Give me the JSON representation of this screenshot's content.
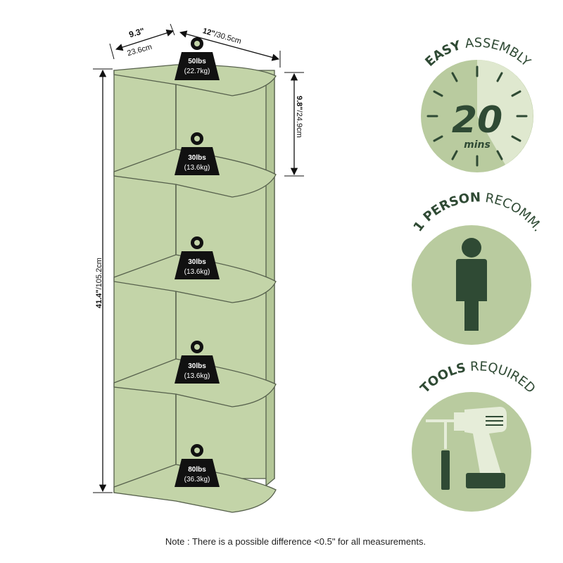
{
  "dimensions": {
    "depth_in": "9.3\"",
    "depth_cm": "23.6cm",
    "width_in": "12\"",
    "width_sep": "/",
    "width_cm": "30.5cm",
    "height_in": "41.4\"",
    "height_sep": "/",
    "height_cm": "105.2cm",
    "shelf_gap_in": "9.8\"",
    "shelf_gap_sep": "/",
    "shelf_gap_cm": "24.9cm"
  },
  "weights": [
    {
      "lbs": "50lbs",
      "kg": "(22.7kg)"
    },
    {
      "lbs": "30lbs",
      "kg": "(13.6kg)"
    },
    {
      "lbs": "30lbs",
      "kg": "(13.6kg)"
    },
    {
      "lbs": "30lbs",
      "kg": "(13.6kg)"
    },
    {
      "lbs": "80lbs",
      "kg": "(36.3kg)"
    }
  ],
  "badges": {
    "assembly": {
      "bold": "EASY",
      "regular": " ASSEMBLY",
      "time_value": "20",
      "time_unit": "mins"
    },
    "person": {
      "bold": "1 PERSON",
      "regular": " RECOMM."
    },
    "tools": {
      "bold": "TOOLS",
      "regular": " REQUIRED"
    }
  },
  "note": "Note : There is a possible difference <0.5\" for all measurements.",
  "colors": {
    "shelf_fill": "#c3d4a8",
    "shelf_stroke": "#56604c",
    "badge_fill": "#b9cb9f",
    "badge_light": "#dfe8cf",
    "badge_dark": "#2f4a34",
    "weight_fill": "#111111"
  }
}
